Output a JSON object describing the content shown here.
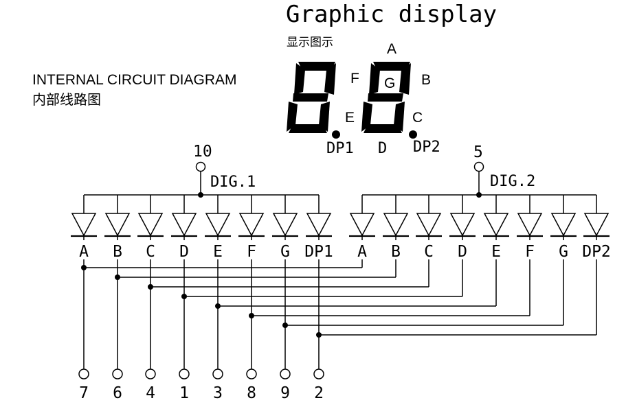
{
  "header": {
    "title_en": "Graphic display",
    "title_cn": "显示图示"
  },
  "diagram": {
    "title_en": "INTERNAL CIRCUIT DIAGRAM",
    "title_cn": "内部线路图"
  },
  "display_labels": {
    "a": "A",
    "b": "B",
    "c": "C",
    "d": "D",
    "e": "E",
    "f": "F",
    "g": "G",
    "dp1": "DP1",
    "dp2": "DP2"
  },
  "digits": [
    {
      "name": "DIG.1",
      "pin": "10"
    },
    {
      "name": "DIG.2",
      "pin": "5"
    }
  ],
  "segment_labels": [
    "A",
    "B",
    "C",
    "D",
    "E",
    "F",
    "G"
  ],
  "dp_labels": [
    "DP1",
    "DP2"
  ],
  "bottom_pins": [
    "7",
    "6",
    "4",
    "1",
    "3",
    "8",
    "9",
    "2"
  ]
}
